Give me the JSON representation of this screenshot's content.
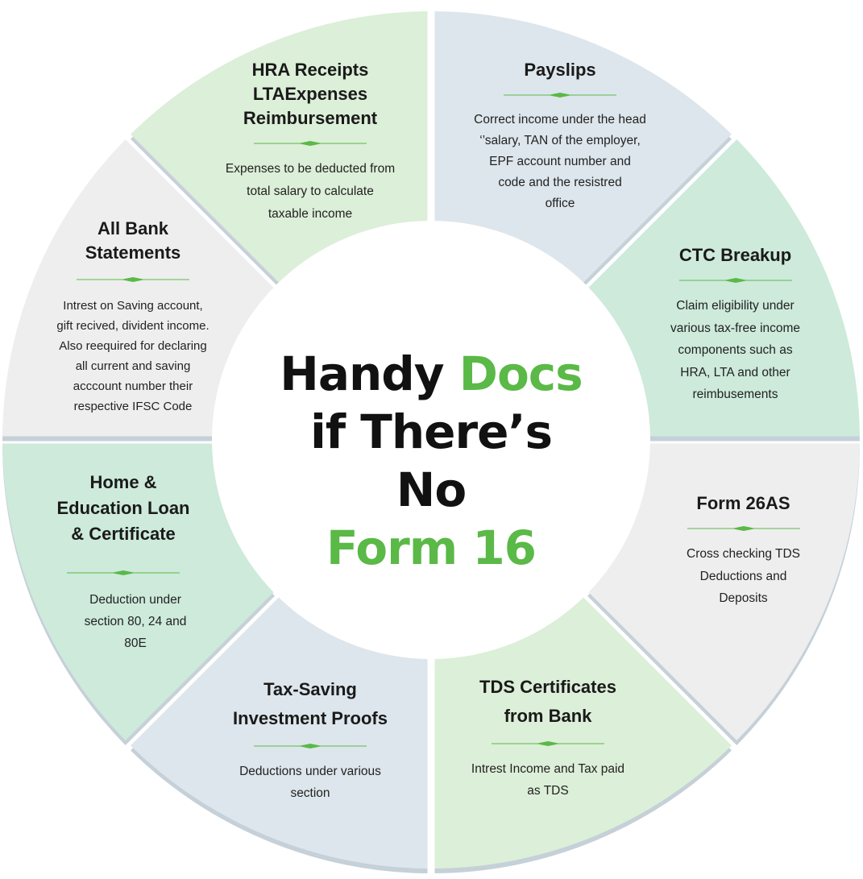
{
  "colors": {
    "green_fill": "#dcefd8",
    "mint_fill": "#cdeadb",
    "blue_fill": "#dde6ec",
    "gray_fill": "#eeeeee",
    "accent_green": "#5ab947",
    "shadow": "#c5d0d8"
  },
  "center": {
    "word1": "Handy",
    "word2": "Docs",
    "line2": "if There’s No",
    "line3": "Form 16"
  },
  "segments": [
    {
      "title": "Payslips",
      "desc": "Correct income under the head\n‘’salary, TAN of the employer,\nEPF account number and\ncode and the resistred\noffice"
    },
    {
      "title": "CTC Breakup",
      "desc": "Claim eligibility under\nvarious tax-free income\ncomponents such as\nHRA, LTA and other\nreimbusements"
    },
    {
      "title": "Form 26AS",
      "desc": "Cross checking TDS\nDeductions and\nDeposits"
    },
    {
      "title": "TDS Certificates\nfrom Bank",
      "desc": "Intrest Income and Tax paid\nas TDS"
    },
    {
      "title": "Tax-Saving\nInvestment Proofs",
      "desc": "Deductions under various\nsection"
    },
    {
      "title": "Home &\nEducation Loan\n& Certificate",
      "desc": "Deduction under\nsection 80, 24 and\n80E"
    },
    {
      "title": "All Bank\nStatements",
      "desc": "Intrest on Saving account,\ngift recived, divident income.\nAlso reequired for declaring\nall current and saving\nacccount number their\nrespective IFSC Code"
    },
    {
      "title": "HRA Receipts\nLTAExpenses\nReimbursement",
      "desc": "Expenses to be deducted from\ntotal salary to calculate\ntaxable income"
    }
  ]
}
